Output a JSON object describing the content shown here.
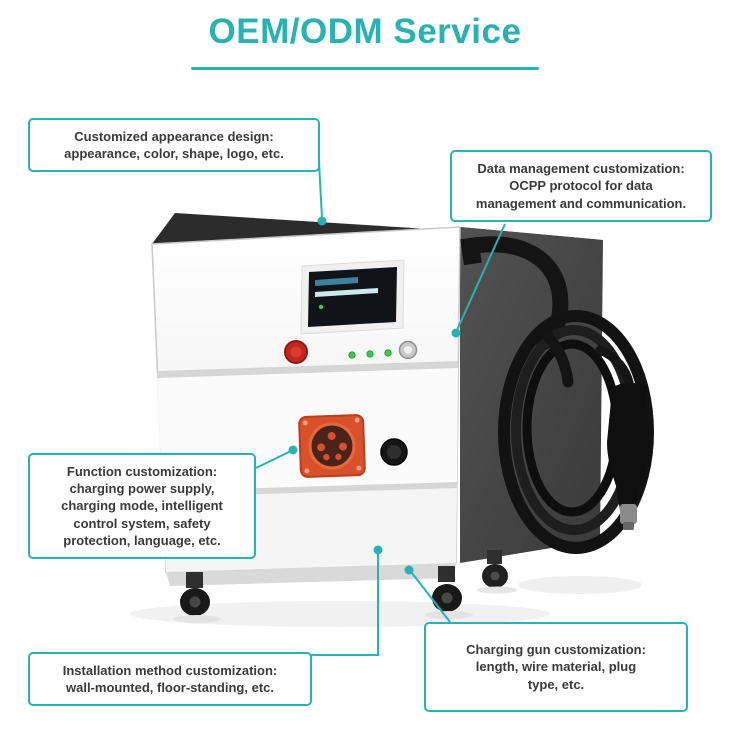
{
  "theme": {
    "accent": "#29b2b2",
    "background": "#ffffff",
    "callout_text_color": "#3a3a3a"
  },
  "title": {
    "text": "OEM/ODM Service"
  },
  "callouts": [
    {
      "text": "Customized appearance design:\nappearance, color, shape, logo, etc."
    },
    {
      "text": "Data management customization:\nOCPP protocol for data\nmanagement and communication."
    },
    {
      "text": "Function customization:\ncharging power supply,\ncharging mode, intelligent\ncontrol system, safety\nprotection, language, etc."
    },
    {
      "text": "Installation method customization:\nwall-mounted, floor-standing, etc."
    },
    {
      "text": "Charging gun customization:\nlength, wire material, plug\ntype, etc."
    }
  ],
  "illustration": {
    "colors": {
      "emergency_button": "#c0281e",
      "indicator_led": "#35d04a",
      "socket": "#d8512b",
      "machine_body": "#f7f7f7",
      "machine_side": "#454545"
    }
  }
}
